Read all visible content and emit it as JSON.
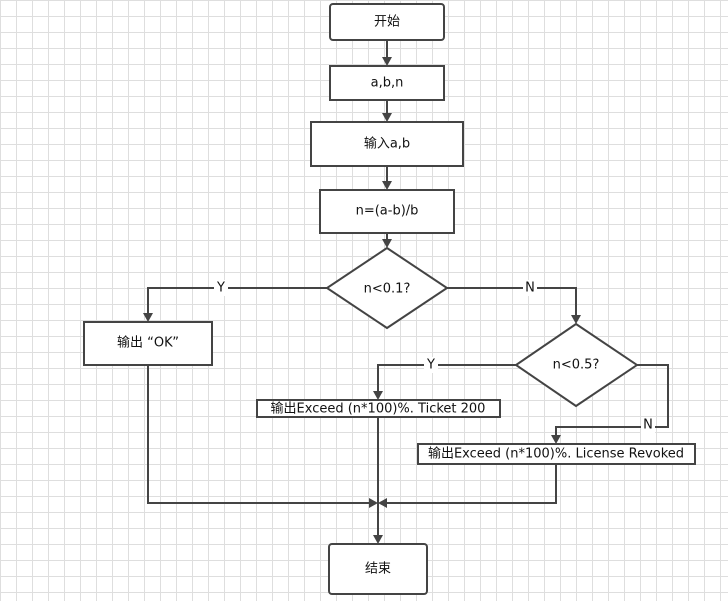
{
  "nodes": {
    "start": "开始",
    "declare": "a,b,n",
    "input": "输入a,b",
    "compute": "n=(a-b)/b",
    "cond1": "n<0.1?",
    "out_ok": "输出 “OK”",
    "cond2": "n<0.5?",
    "out_ticket": "输出Exceed (n*100)%. Ticket 200",
    "out_revoked": "输出Exceed (n*100)%. License Revoked",
    "end": "结束"
  },
  "edges": {
    "cond1_yes": "Y",
    "cond1_no": "N",
    "cond2_yes": "Y",
    "cond2_no": "N"
  }
}
